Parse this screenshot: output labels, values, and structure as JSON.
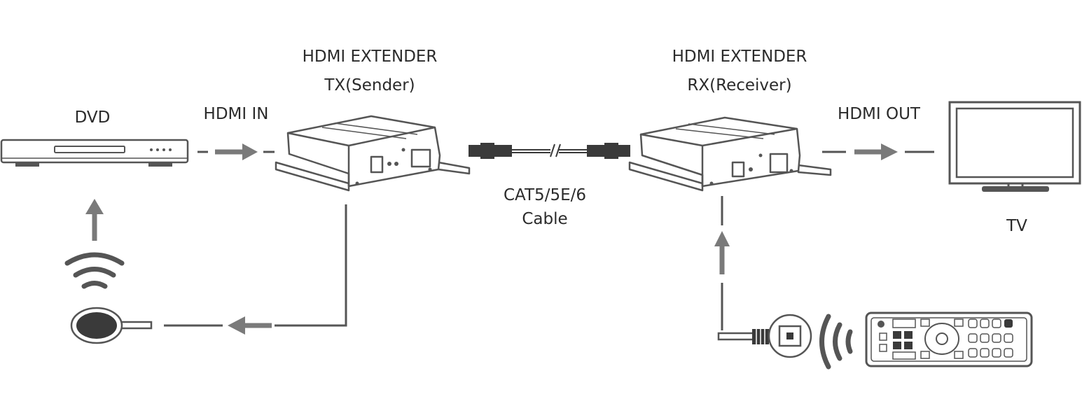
{
  "labels": {
    "dvd": "DVD",
    "hdmi_in": "HDMI IN",
    "tx_title_1": "HDMI EXTENDER",
    "tx_title_2": "TX(Sender)",
    "rx_title_1": "HDMI EXTENDER",
    "rx_title_2": "RX(Receiver)",
    "hdmi_out": "HDMI OUT",
    "cable_1": "CAT5/5E/6",
    "cable_2": "Cable",
    "tv": "TV"
  },
  "colors": {
    "line": "#555555",
    "arrow": "#7a7a7a",
    "fill": "#ffffff",
    "dark": "#3a3a3a"
  },
  "icons": [
    "dvd-player-icon",
    "hdmi-extender-tx-icon",
    "hdmi-extender-rx-icon",
    "network-cable-icon",
    "tv-icon",
    "ir-receiver-icon",
    "ir-emitter-icon",
    "wireless-signal-icon",
    "remote-control-icon"
  ]
}
